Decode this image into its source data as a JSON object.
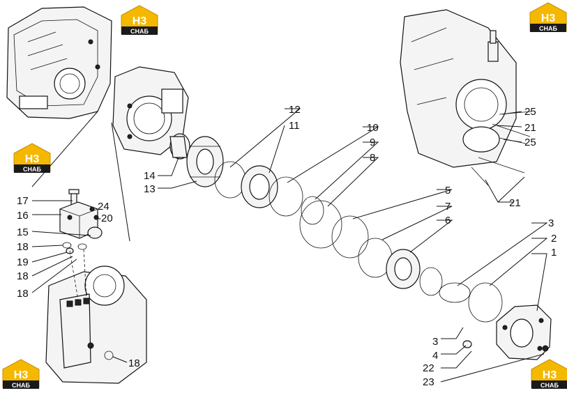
{
  "brand": {
    "logo_top": "H3",
    "logo_bottom": "СНАБ",
    "logo_color": "#f5b800",
    "logo_band_color": "#1a1a1a"
  },
  "labels": {
    "p1": "1",
    "p2": "2",
    "p3": "3",
    "p3b": "3",
    "p4": "4",
    "p5": "5",
    "p6": "6",
    "p7": "7",
    "p8": "8",
    "p9": "9",
    "p10": "10",
    "p11": "11",
    "p12": "12",
    "p13": "13",
    "p14": "14",
    "p15": "15",
    "p16": "16",
    "p17": "17",
    "p18a": "18",
    "p18b": "18",
    "p18c": "18",
    "p18d": "18",
    "p19": "19",
    "p20": "-20",
    "p21a": "21",
    "p21b": "21",
    "p22": "22",
    "p23": "23",
    "p24": "24",
    "p25a": "25",
    "p25b": "25"
  }
}
